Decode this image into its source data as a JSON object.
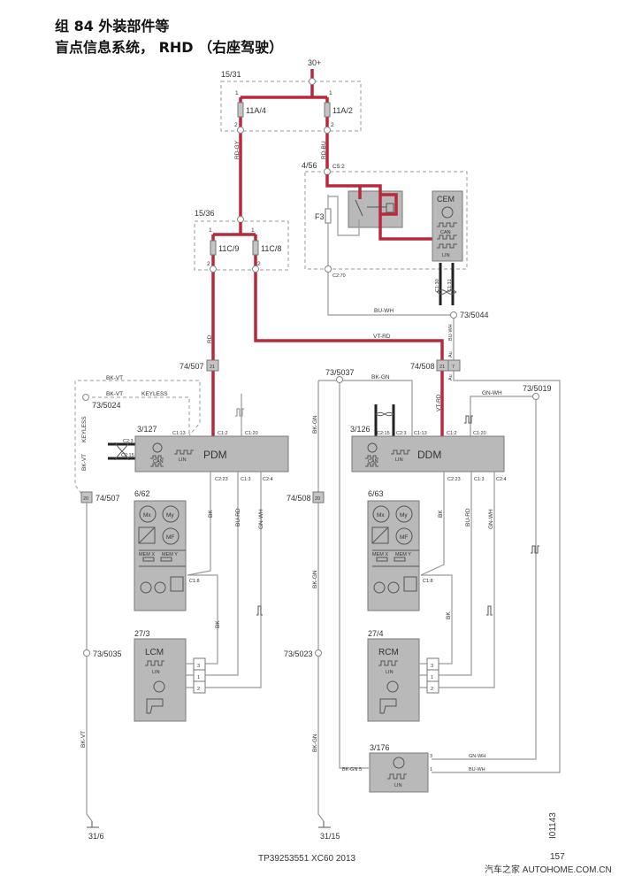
{
  "title": {
    "line1": "组 84 外装部件等",
    "line2": "盲点信息系统， RHD （右座驾驶）"
  },
  "power": {
    "supply": "30+",
    "box1": "15/31",
    "fuse1": "11A/4",
    "fuse2": "11A/2",
    "box2": "15/36",
    "fuse3": "11C/9",
    "fuse4": "11C/8",
    "pin1": "1",
    "pin2": "2"
  },
  "cem_box": {
    "id": "4/56",
    "conn_in": "C5:2",
    "fuse": "F3",
    "conn_out": "C2:70",
    "cem": "CEM",
    "can": "CAN",
    "lin": "LIN",
    "c130": "C1:30",
    "c131": "C1:31"
  },
  "wires": {
    "rd_gy": "RD-GY",
    "rd_bu": "RD-BU",
    "rd": "RD",
    "vt_rd": "VT-RD",
    "bu_wh": "BU-WH",
    "bk_vt": "BK-VT",
    "keyless": "KEYLESS",
    "bk": "BK",
    "bu_rd": "BU-RD",
    "gn_wh": "GN-WH",
    "bk_gn": "BK-GN",
    "au": "Au",
    "bk_gn5": "BK-GN 5"
  },
  "connectors": {
    "c74_507": "74/507",
    "c74_508": "74/508",
    "p21": "21",
    "p20": "20",
    "p7": "7"
  },
  "splices": {
    "s5044": "73/5044",
    "s5024": "73/5024",
    "s5037": "73/5037",
    "s5019": "73/5019",
    "s5035": "73/5035",
    "s5023": "73/5023"
  },
  "pdm": {
    "id": "3/127",
    "name": "PDM",
    "lin": "LIN",
    "can": "CAN",
    "c113": "C1:13",
    "c12": "C1:2",
    "c120": "C1:20",
    "c23": "C2:3",
    "c215": "C2:15",
    "c223": "C2:23",
    "c13": "C1:3",
    "c24": "C2:4"
  },
  "ddm": {
    "id": "3/126",
    "name": "DDM",
    "lin": "LIN",
    "can": "CAN",
    "c215": "C2:15",
    "c23": "C2:3",
    "c113": "C1:13",
    "c12": "C1:2",
    "c120": "C1:20",
    "c223": "C2:23",
    "c13": "C1:3",
    "c24": "C2:4"
  },
  "mirror_left": {
    "id": "6/62",
    "c18": "C1:8",
    "mx": "Mx",
    "my": "My",
    "mf": "MF",
    "memx": "MEM X",
    "memy": "MEM Y"
  },
  "mirror_right": {
    "id": "6/63",
    "c18": "C1:8",
    "mx": "Mx",
    "my": "My",
    "mf": "MF",
    "memx": "MEM X",
    "memy": "MEM Y"
  },
  "lcm": {
    "id": "27/3",
    "name": "LCM",
    "lin": "LIN",
    "pins": [
      "3",
      "1",
      "2"
    ]
  },
  "rcm": {
    "id": "27/4",
    "name": "RCM",
    "lin": "LIN",
    "pins": [
      "3",
      "1",
      "2"
    ]
  },
  "module176": {
    "id": "3/176",
    "lin": "LIN",
    "pin3": "3",
    "pin1": "1"
  },
  "grounds": {
    "left": "31/6",
    "right": "31/15"
  },
  "footer": {
    "doc": "TP39253551 XC60 2013",
    "page": "157",
    "figure": "I01143",
    "watermark": "汽车之家  AUTOHOME.COM.CN"
  }
}
